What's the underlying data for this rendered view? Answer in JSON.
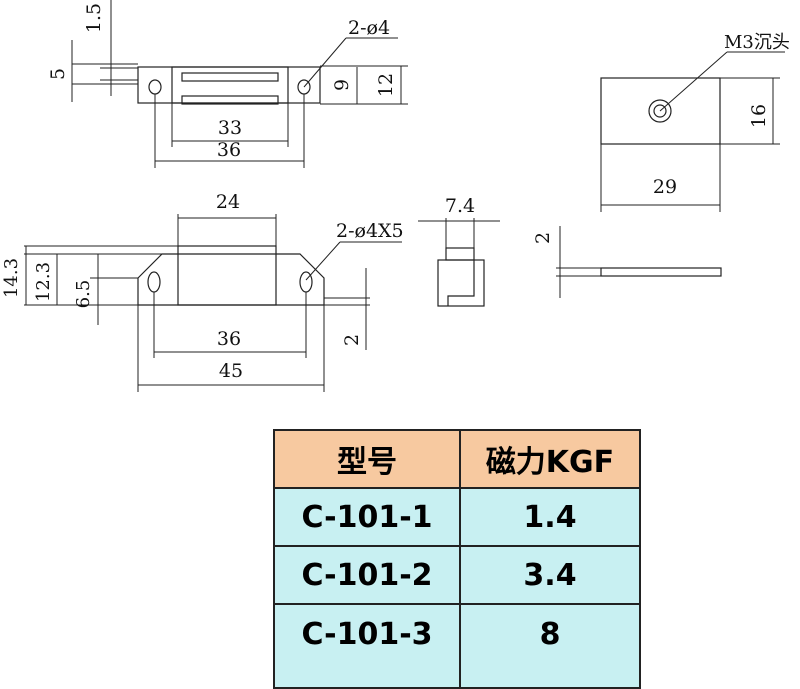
{
  "drawing": {
    "top_view": {
      "dim_1_5": "1.5",
      "dim_5": "5",
      "dim_hole": "2-ø4",
      "dim_9": "9",
      "dim_12": "12",
      "dim_33": "33",
      "dim_36": "36"
    },
    "plate_view": {
      "dim_countersink": "M3沉头",
      "dim_16": "16",
      "dim_29": "29"
    },
    "front_view": {
      "dim_24": "24",
      "dim_slot": "2-ø4X5",
      "dim_14_3": "14.3",
      "dim_12_3": "12.3",
      "dim_6_5": "6.5",
      "dim_2": "2",
      "dim_36": "36",
      "dim_45": "45"
    },
    "side_view": {
      "dim_7_4": "7.4"
    },
    "plate_side_view": {
      "dim_2": "2"
    }
  },
  "table": {
    "headers": [
      "型号",
      "磁力KGF"
    ],
    "rows": [
      [
        "C-101-1",
        "1.4"
      ],
      [
        "C-101-2",
        "3.4"
      ],
      [
        "C-101-3",
        "8"
      ]
    ],
    "colors": {
      "header_bg": "#f7c9a0",
      "cell_bg": "#c8f0f2"
    }
  }
}
